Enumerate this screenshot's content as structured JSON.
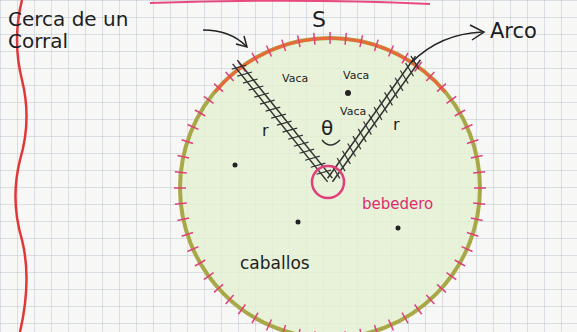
{
  "diagram": {
    "labels": [
      "Cerca de un Corral",
      "S",
      "Arco",
      "Vaca",
      "Vaca",
      "Vaca",
      "θ",
      "r",
      "r",
      "bebedero",
      "caballos"
    ]
  }
}
